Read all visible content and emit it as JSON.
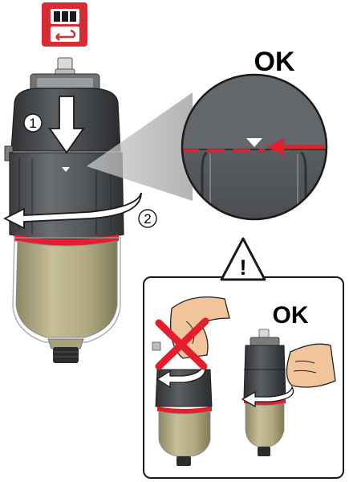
{
  "labels": {
    "ok_top": "OK",
    "ok_bottom": "OK",
    "step_1": "1",
    "step_2": "2",
    "warning_symbol": "!"
  },
  "icons": {
    "top_badge": "battery-display-icon",
    "warning": "warning-triangle-icon",
    "wrong": "red-x-icon"
  },
  "colors": {
    "accent_red": "#e41f2d",
    "housing_dark": "#4a4c4e",
    "reservoir": "#b7b089",
    "badge_red": "#d72c34"
  }
}
